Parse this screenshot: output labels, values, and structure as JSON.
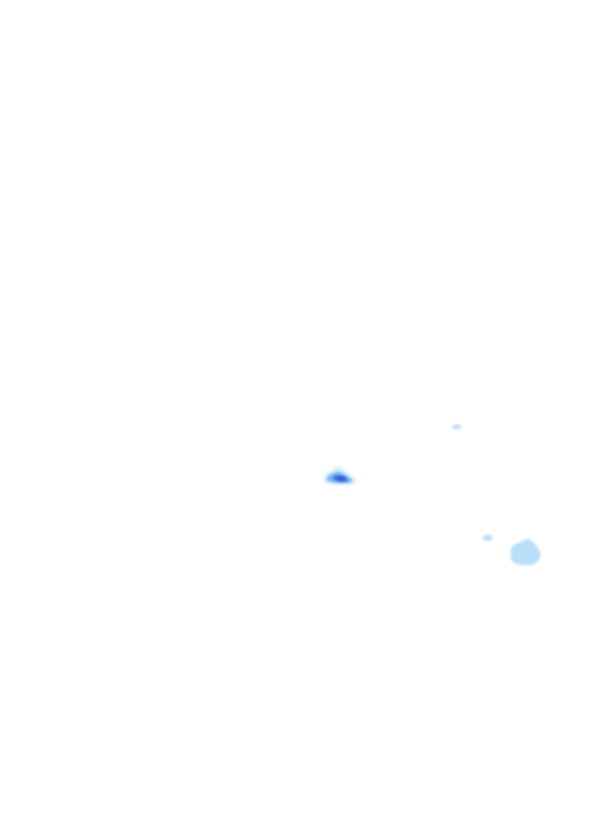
{
  "map": {
    "background_color": "#ffffff",
    "layer": "precipitation-radar",
    "intensity_colors": {
      "light": "#b9defa",
      "light_edge": "#d2ebfc",
      "moderate": "#7fb6f2",
      "heavy": "#3b6fe0",
      "heavy_core": "#2f5fd6"
    },
    "echoes": [
      {
        "name": "precip-cell-small-north",
        "intensity": "light"
      },
      {
        "name": "precip-cell-central",
        "intensity": "heavy"
      },
      {
        "name": "precip-cell-small-east",
        "intensity": "light"
      },
      {
        "name": "precip-cell-southeast",
        "intensity": "light"
      }
    ]
  }
}
